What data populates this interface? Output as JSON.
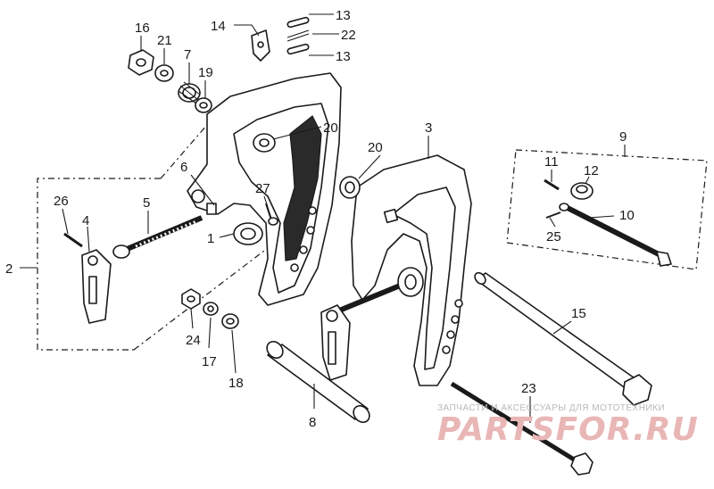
{
  "callouts": {
    "c1": "1",
    "c2": "2",
    "c3": "3",
    "c4": "4",
    "c5": "5",
    "c6": "6",
    "c7": "7",
    "c8": "8",
    "c9": "9",
    "c10": "10",
    "c11": "11",
    "c12": "12",
    "c13a": "13",
    "c13b": "13",
    "c14": "14",
    "c15": "15",
    "c16": "16",
    "c17": "17",
    "c18": "18",
    "c19": "19",
    "c20a": "20",
    "c20b": "20",
    "c21": "21",
    "c22": "22",
    "c23": "23",
    "c24": "24",
    "c25": "25",
    "c26": "26",
    "c27": "27"
  },
  "watermark": {
    "tagline": "ЗАПЧАСТИ И АКСЕССУАРЫ ДЛЯ МОТОТЕХНИКИ",
    "logo": "PARTSFOR.RU"
  },
  "colors": {
    "line": "#1a1a1a",
    "watermark_logo": "#e9b6b6",
    "watermark_text": "#b9b9b9"
  }
}
